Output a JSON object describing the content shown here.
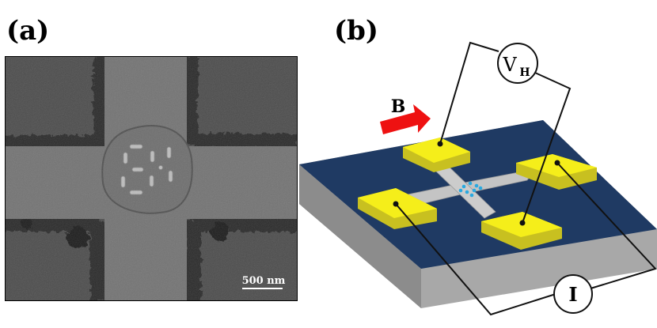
{
  "panels": {
    "a": {
      "label": "(a)",
      "scale_bar": "500 nm"
    },
    "b": {
      "label": "(b)",
      "field_label": "B",
      "hall_voltage_main": "V",
      "hall_voltage_sub": "H",
      "current_label": "I"
    }
  },
  "colors": {
    "field_arrow": "#ee1111",
    "substrate_top": "#1f3a63",
    "substrate_side": "#a8a8a8",
    "gold_pad": "#f5ee1a",
    "gold_pad_side": "#c8c020",
    "hall_bar": "#c9c9c9",
    "dots": "#29a9e0"
  },
  "icons": [
    "red-arrow-icon"
  ]
}
